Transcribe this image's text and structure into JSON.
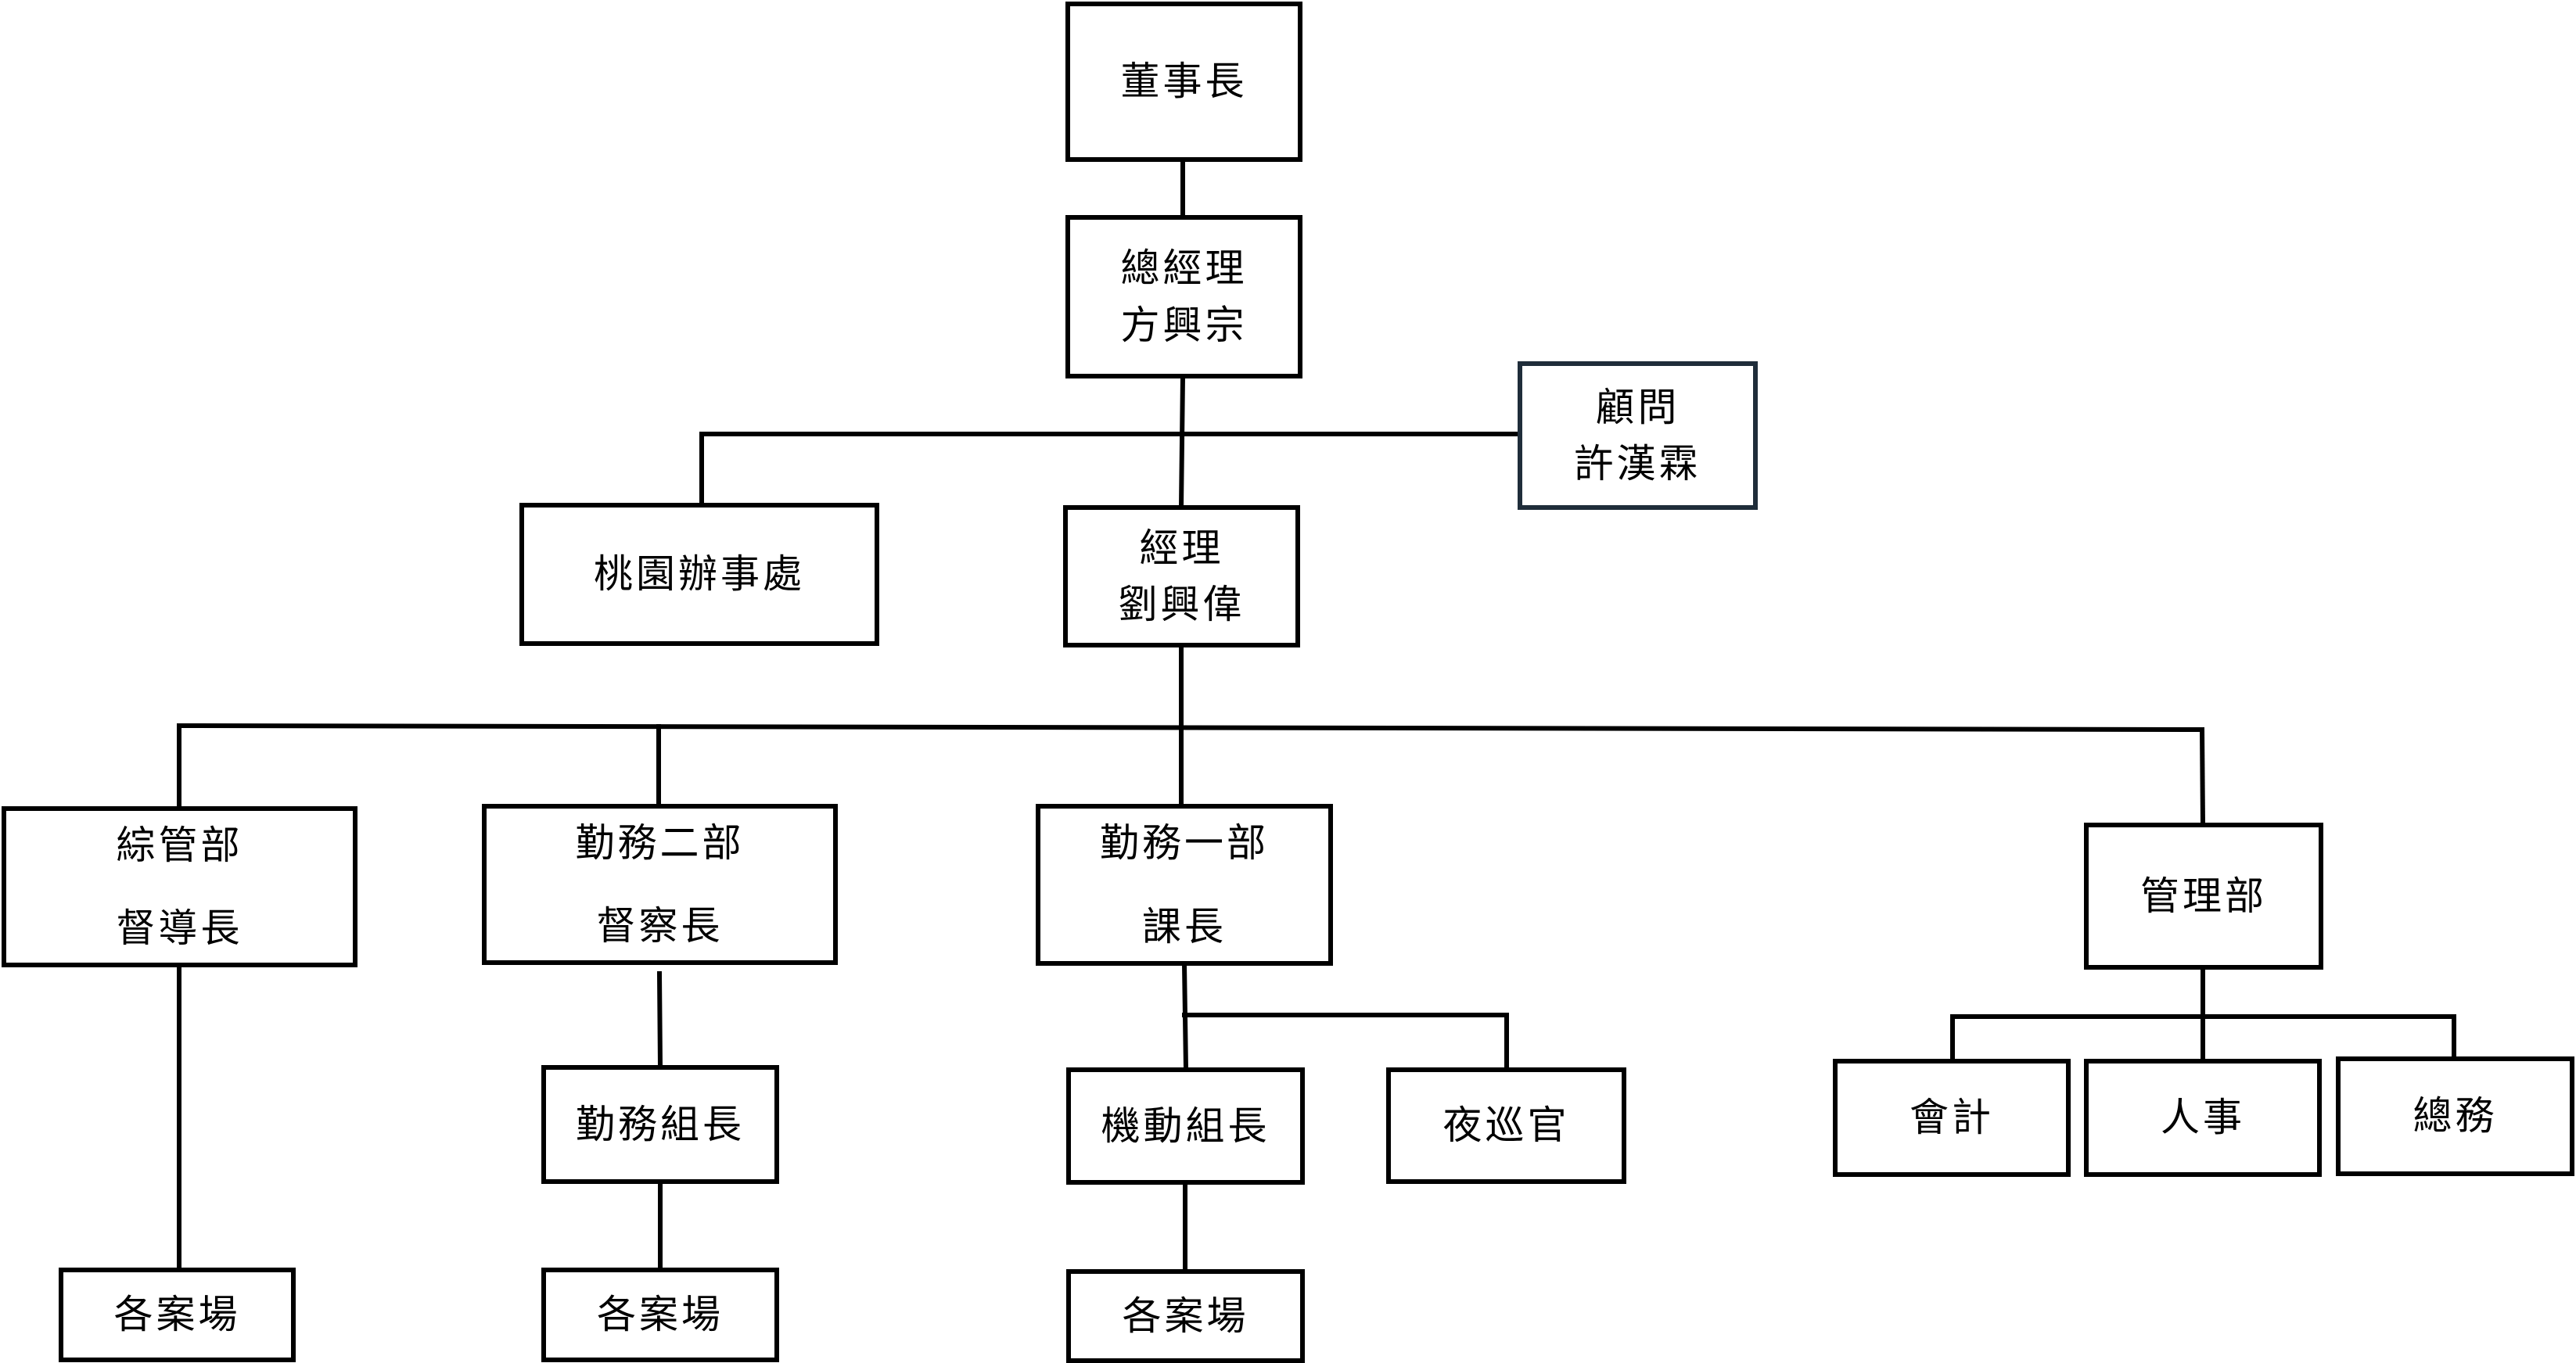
{
  "colors": {
    "line": "#000000",
    "box_border": "#000000",
    "advisor_border": "#1f2d3a",
    "background": "#ffffff"
  },
  "nodes": {
    "chairman": {
      "line1": "董事長"
    },
    "general_manager": {
      "line1": "總經理",
      "line2": "方興宗"
    },
    "advisor": {
      "line1": "顧問",
      "line2": "許漢霖"
    },
    "taoyuan_office": {
      "line1": "桃園辦事處"
    },
    "manager": {
      "line1": "經理",
      "line2": "劉興偉"
    },
    "general_affairs_dept": {
      "line1": "綜管部",
      "line2": "督導長"
    },
    "duty_dept_2": {
      "line1": "勤務二部",
      "line2": "督察長"
    },
    "duty_dept_1": {
      "line1": "勤務一部",
      "line2": "課長"
    },
    "management_dept": {
      "line1": "管理部"
    },
    "duty_team_leader": {
      "line1": "勤務組長"
    },
    "mobile_team_leader": {
      "line1": "機動組長"
    },
    "night_patrol_officer": {
      "line1": "夜巡官"
    },
    "accounting": {
      "line1": "會計"
    },
    "personnel": {
      "line1": "人事"
    },
    "general_services": {
      "line1": "總務"
    },
    "sites_a": {
      "line1": "各案場"
    },
    "sites_b": {
      "line1": "各案場"
    },
    "sites_c": {
      "line1": "各案場"
    }
  }
}
